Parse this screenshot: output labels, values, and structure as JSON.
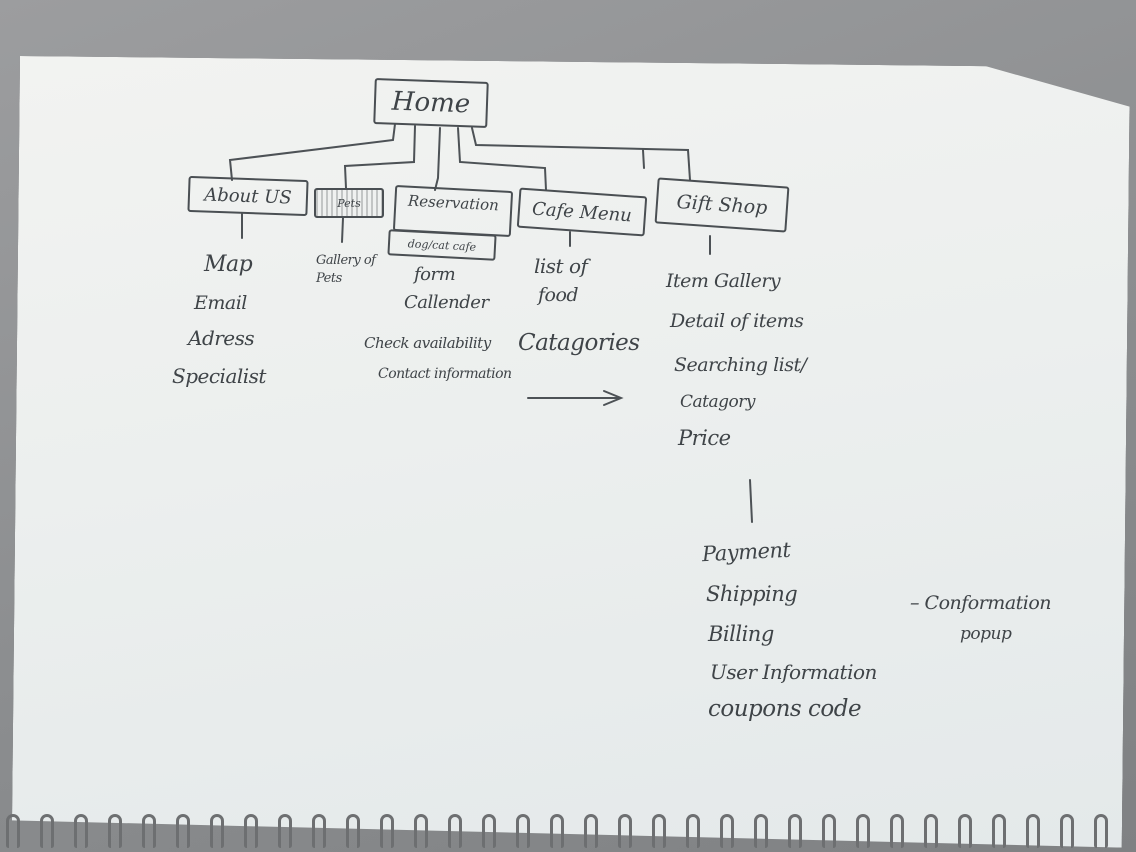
{
  "root": {
    "label": "Home"
  },
  "sections": [
    {
      "label": "About US",
      "items": [
        "Map",
        "Email",
        "Adress",
        "Specialist"
      ]
    },
    {
      "label": "Pets",
      "items": [
        "Gallery of Pets"
      ]
    },
    {
      "label": "Reservation",
      "sub": "dog/cat cafe",
      "items": [
        "form",
        "Callender",
        "Check availability",
        "Contact information"
      ]
    },
    {
      "label": "Cafe Menu",
      "items": [
        "list of",
        "food",
        "Catagories"
      ]
    },
    {
      "label": "Gift Shop",
      "items": [
        "Item Gallery",
        "Detail of items",
        "Searching list/",
        "Catagory",
        "Price"
      ]
    }
  ],
  "checkout": {
    "items": [
      "Payment",
      "Shipping",
      "Billing",
      "User Information",
      "coupons code"
    ],
    "popup_line1": "– Conformation",
    "popup_line2": "popup"
  }
}
